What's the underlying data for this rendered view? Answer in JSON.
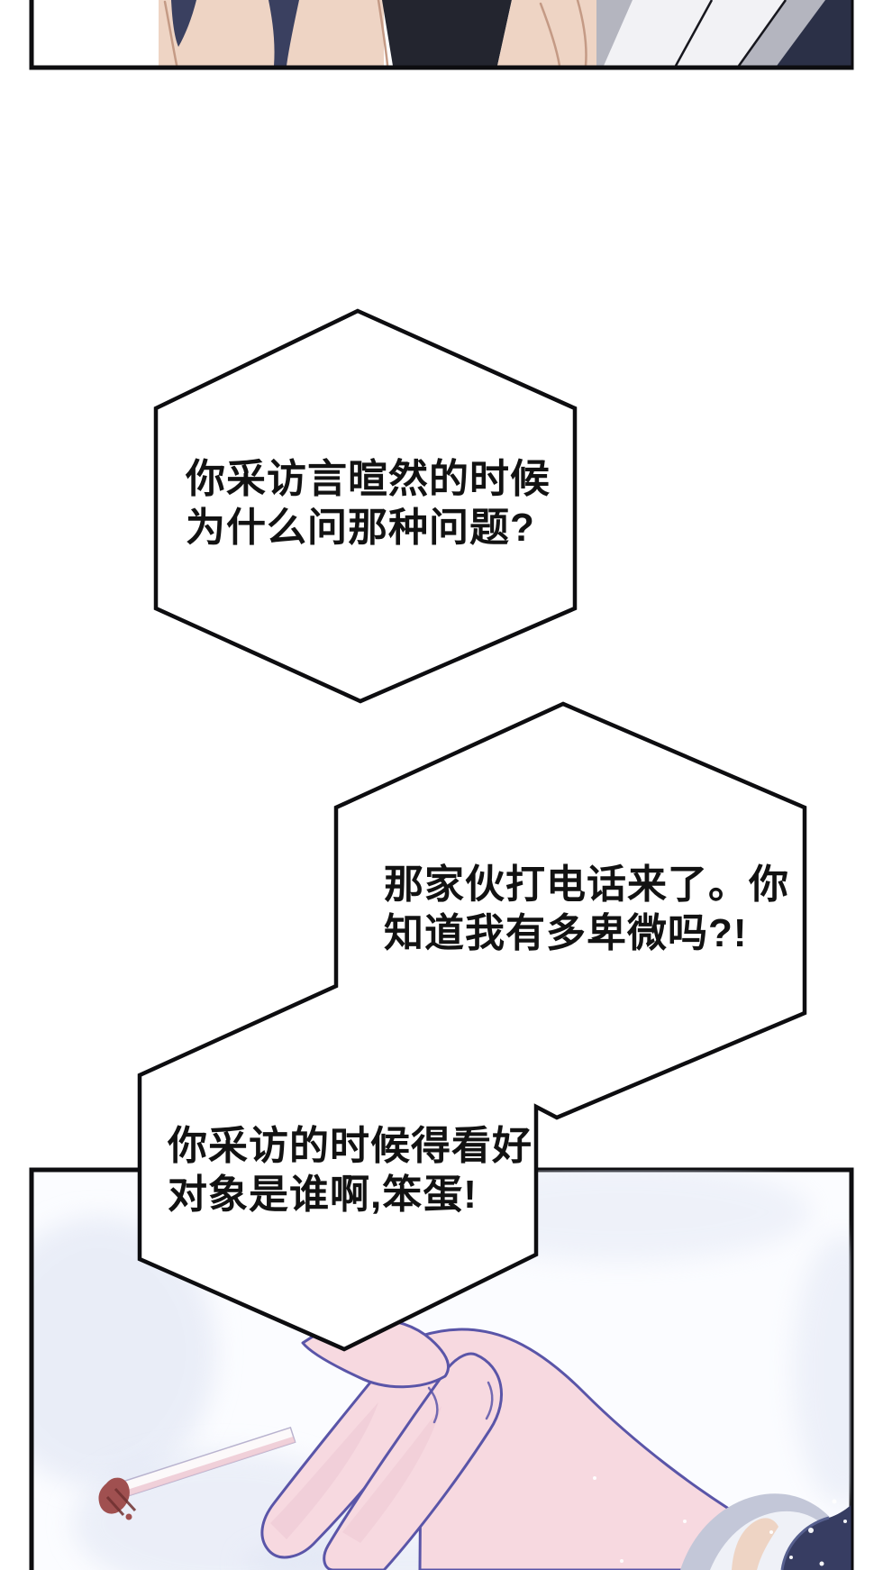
{
  "comic": {
    "bubbles": [
      {
        "lines": [
          "你采访言暄然的时候",
          "为什么问那种问题?"
        ]
      },
      {
        "lines": [
          "那家伙打电话来了。你",
          "知道我有多卑微吗?!"
        ]
      },
      {
        "lines": [
          "你采访的时候得看好",
          "对象是谁啊,笨蛋!"
        ]
      }
    ]
  },
  "colors": {
    "ink": "#0d0d10",
    "bubble_fill": "#ffffff",
    "panel_bg": "#fbfcff",
    "skin": "#eed4c4",
    "navy": "#3a4060",
    "suit_black": "#23252f",
    "fabric_gray": "#f2f2f5",
    "fabric_band_gray": "#b4b5bf",
    "fabric_navy": "#2b3047",
    "hand_pink": "#f7d9e0",
    "hand_shadow_pink": "#ecc5d1",
    "hand_outline": "#5a55a8",
    "cigarette_white": "#fcf9fa",
    "ember_red": "#a05050",
    "ember_dark": "#6e3030",
    "sleeve_navy": "#373d62",
    "cuff_white": "#eff1f7",
    "cuff_gray": "#c3c7d8",
    "wash_blue": "#dce2f2"
  }
}
